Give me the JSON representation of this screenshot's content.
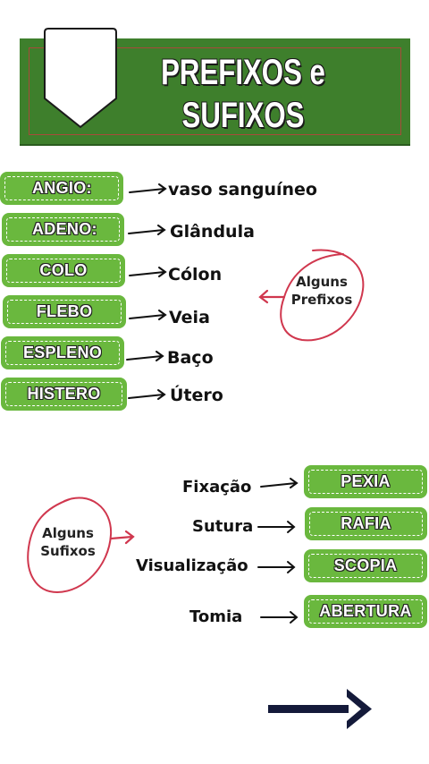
{
  "title": {
    "line1": "PREFIXOS e",
    "line2": "SUFIXOS"
  },
  "prefixes": [
    {
      "term": "ANGIO:",
      "meaning": "vaso sanguíneo"
    },
    {
      "term": "ADENO:",
      "meaning": "Glândula"
    },
    {
      "term": "COLO",
      "meaning": "Cólon"
    },
    {
      "term": "FLEBO",
      "meaning": "Veia"
    },
    {
      "term": "ESPLENO",
      "meaning": "Baço"
    },
    {
      "term": "HISTERO",
      "meaning": "Útero"
    }
  ],
  "prefix_note": {
    "line1": "Alguns",
    "line2": "Prefixos"
  },
  "suffixes": [
    {
      "meaning": "Fixação",
      "term": "PEXIA"
    },
    {
      "meaning": "Sutura",
      "term": "RAFIA"
    },
    {
      "meaning": "Visualização",
      "term": "SCOPIA"
    },
    {
      "meaning": "Tomia",
      "term": "ABERTURA"
    }
  ],
  "suffix_note": {
    "line1": "Alguns",
    "line2": "Sufixos"
  },
  "colors": {
    "banner": "#3e7f2c",
    "pill": "#6ab83e",
    "accent": "#d0374e",
    "next_arrow": "#141a3a"
  },
  "icons": {
    "next": "arrow-right-icon",
    "bookmark": "bookmark-icon"
  }
}
